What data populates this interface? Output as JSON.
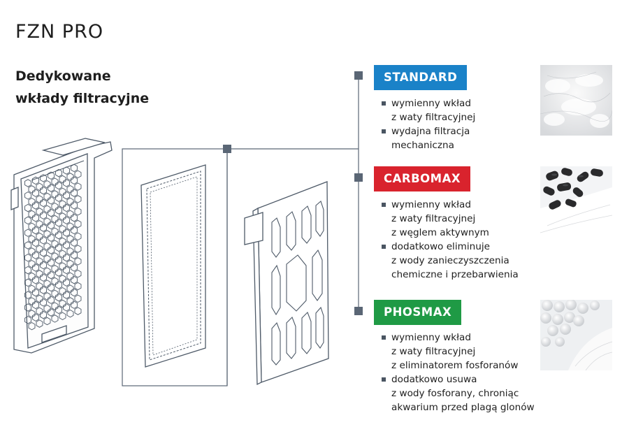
{
  "title": "FZN PRO",
  "subtitle": {
    "line1": "Dedykowane",
    "line2": "wkłady filtracyjne"
  },
  "cartridges": [
    {
      "badge": "STANDARD",
      "color": "#1a82c8",
      "bullets": [
        [
          "wymienny wkład",
          "z waty filtracyjnej"
        ],
        [
          "wydajna filtracja",
          "mechaniczna"
        ]
      ],
      "image_icon": "white-filter-wool-photo"
    },
    {
      "badge": "CARBOMAX",
      "color": "#d9232d",
      "bullets": [
        [
          "wymienny wkład",
          "z waty filtracyjnej",
          "z węglem aktywnym"
        ],
        [
          "dodatkowo eliminuje",
          "z wody zanieczyszczenia",
          "chemiczne i przebarwienia"
        ]
      ],
      "image_icon": "activated-carbon-photo"
    },
    {
      "badge": "PHOSMAX",
      "color": "#1f9a45",
      "bullets": [
        [
          "wymienny wkład",
          "z waty filtracyjnej",
          "z eliminatorem fosforanów"
        ],
        [
          "dodatkowo usuwa",
          "z wody fosforany, chroniąc",
          "akwarium przed plagą glonów"
        ]
      ],
      "image_icon": "phosphate-eliminator-balls-photo"
    }
  ],
  "colors": {
    "connector": "#5a6675",
    "outline": "#4e5a68"
  }
}
